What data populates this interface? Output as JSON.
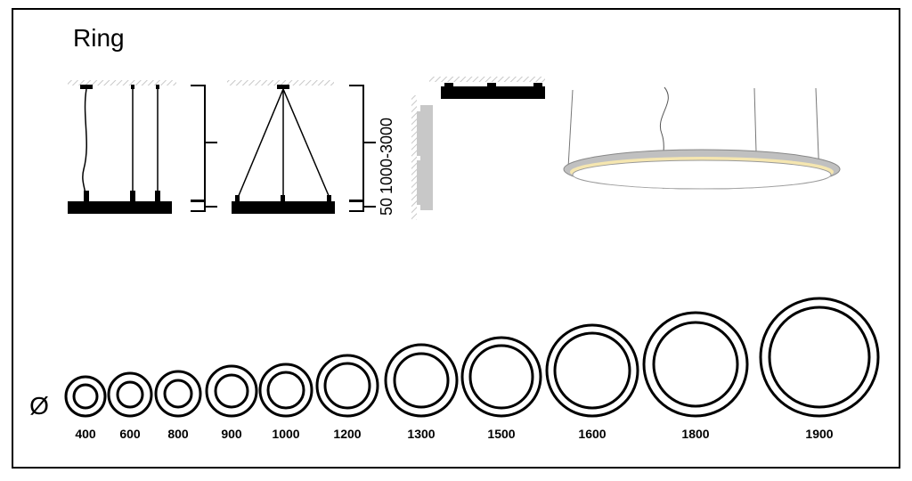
{
  "title": "Ring",
  "dimensions": {
    "height_range": "1000-3000",
    "body_height": "50"
  },
  "diameter_symbol": "Ø",
  "ring_sizes": [
    "400",
    "600",
    "800",
    "900",
    "1000",
    "1200",
    "1300",
    "1500",
    "1600",
    "1800",
    "1900"
  ],
  "colors": {
    "ceiling": "#c8c8c8",
    "body": "#000000",
    "led_glow": "#f5e6b0",
    "ring_grey": "#bdbdbd"
  }
}
